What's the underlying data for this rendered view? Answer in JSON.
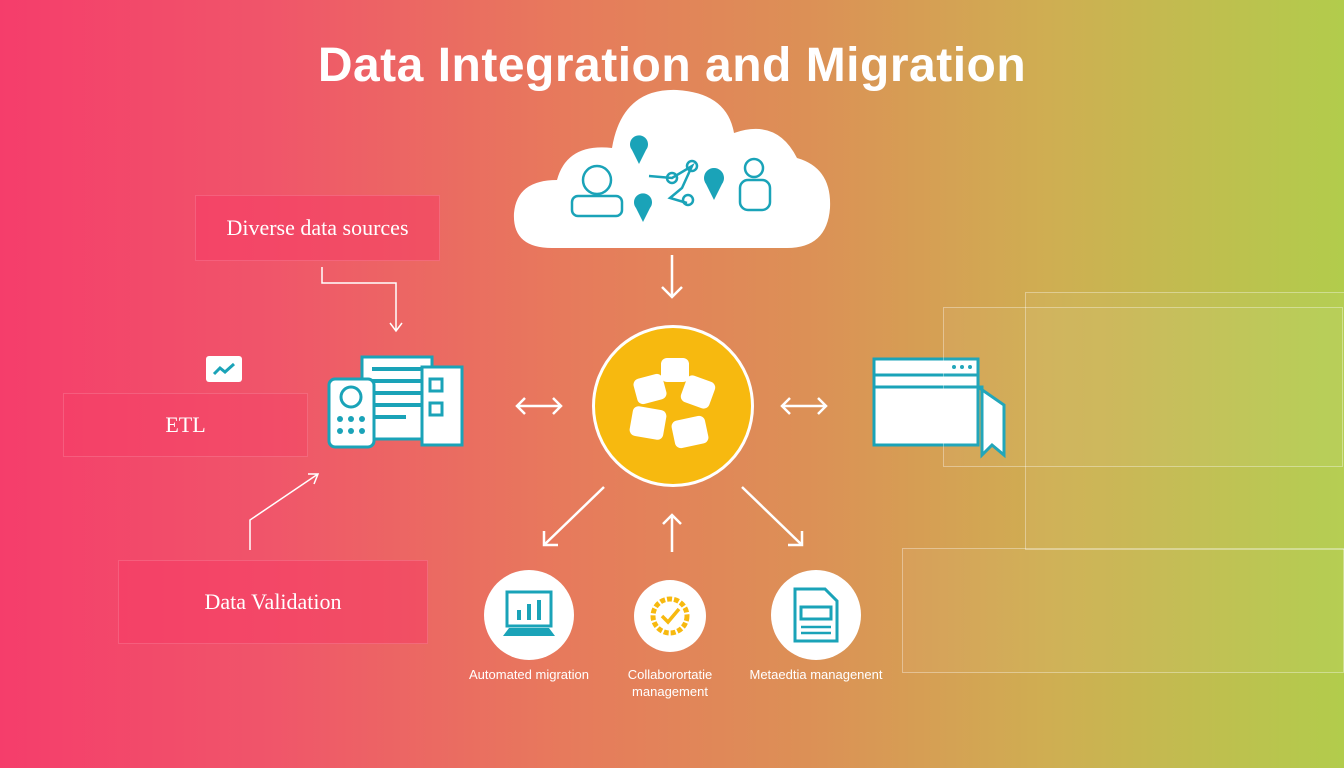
{
  "title": "Data Integration and Migration",
  "labels": {
    "diverse_sources": "Diverse data sources",
    "etl": "ETL",
    "validation": "Data Validation"
  },
  "features": [
    {
      "label": "Automated migration",
      "icon": "monitor-chart-icon"
    },
    {
      "label": "Collaborortatie management",
      "icon": "badge-check-icon"
    },
    {
      "label": "Metaedtia managenent",
      "icon": "document-icon"
    }
  ],
  "colors": {
    "teal": "#1aa3b8",
    "yellow": "#f7b90f"
  }
}
